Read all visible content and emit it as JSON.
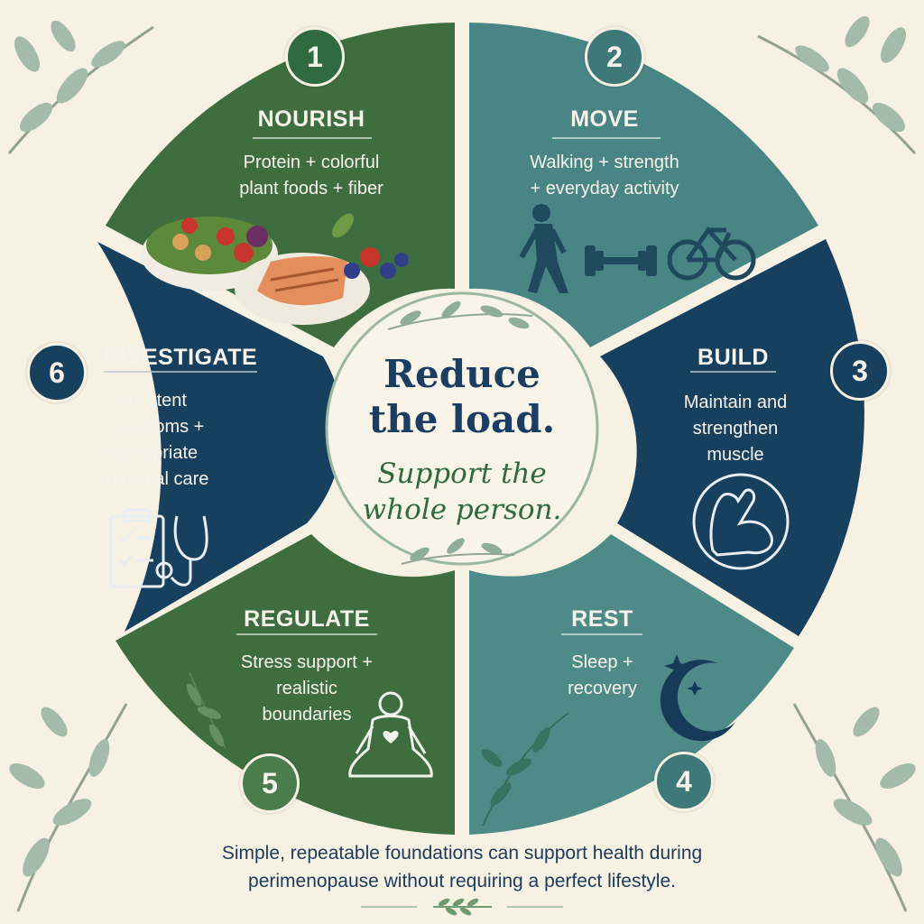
{
  "center": {
    "headline_line1": "Reduce",
    "headline_line2": "the load.",
    "script_line1": "Support the",
    "script_line2": "whole person."
  },
  "segments": [
    {
      "number": "1",
      "title": "NOURISH",
      "desc_lines": [
        "Protein + colorful",
        "plant foods + fiber"
      ],
      "color": "#3e6e40",
      "icon": "food-plate-icon"
    },
    {
      "number": "2",
      "title": "MOVE",
      "desc_lines": [
        "Walking + strength",
        "+ everyday activity"
      ],
      "color": "#4a8585",
      "icon": "activity-icons"
    },
    {
      "number": "3",
      "title": "BUILD",
      "desc_lines": [
        "Maintain and",
        "strengthen",
        "muscle"
      ],
      "color": "#173f5e",
      "icon": "flexed-arm-icon"
    },
    {
      "number": "4",
      "title": "REST",
      "desc_lines": [
        "Sleep +",
        "recovery"
      ],
      "color": "#4e8b88",
      "icon": "moon-stars-icon"
    },
    {
      "number": "5",
      "title": "REGULATE",
      "desc_lines": [
        "Stress support +",
        "realistic",
        "boundaries"
      ],
      "color": "#3e6e40",
      "icon": "meditation-icon"
    },
    {
      "number": "6",
      "title": "INVESTIGATE",
      "desc_lines": [
        "Persistent",
        "symptoms +",
        "appropriate",
        "medical care"
      ],
      "color": "#173f5e",
      "icon": "clipboard-stethoscope-icon"
    }
  ],
  "footer": {
    "line1": "Simple, repeatable foundations can support health during",
    "line2": "perimenopause without requiring a perfect lifestyle."
  },
  "colors": {
    "background": "#f7f1e3",
    "green": "#3e6e40",
    "teal": "#4a8585",
    "navy": "#173f5e",
    "center_fill": "#f9f4e8",
    "headline": "#1a3d61",
    "script": "#2f6a3c"
  }
}
